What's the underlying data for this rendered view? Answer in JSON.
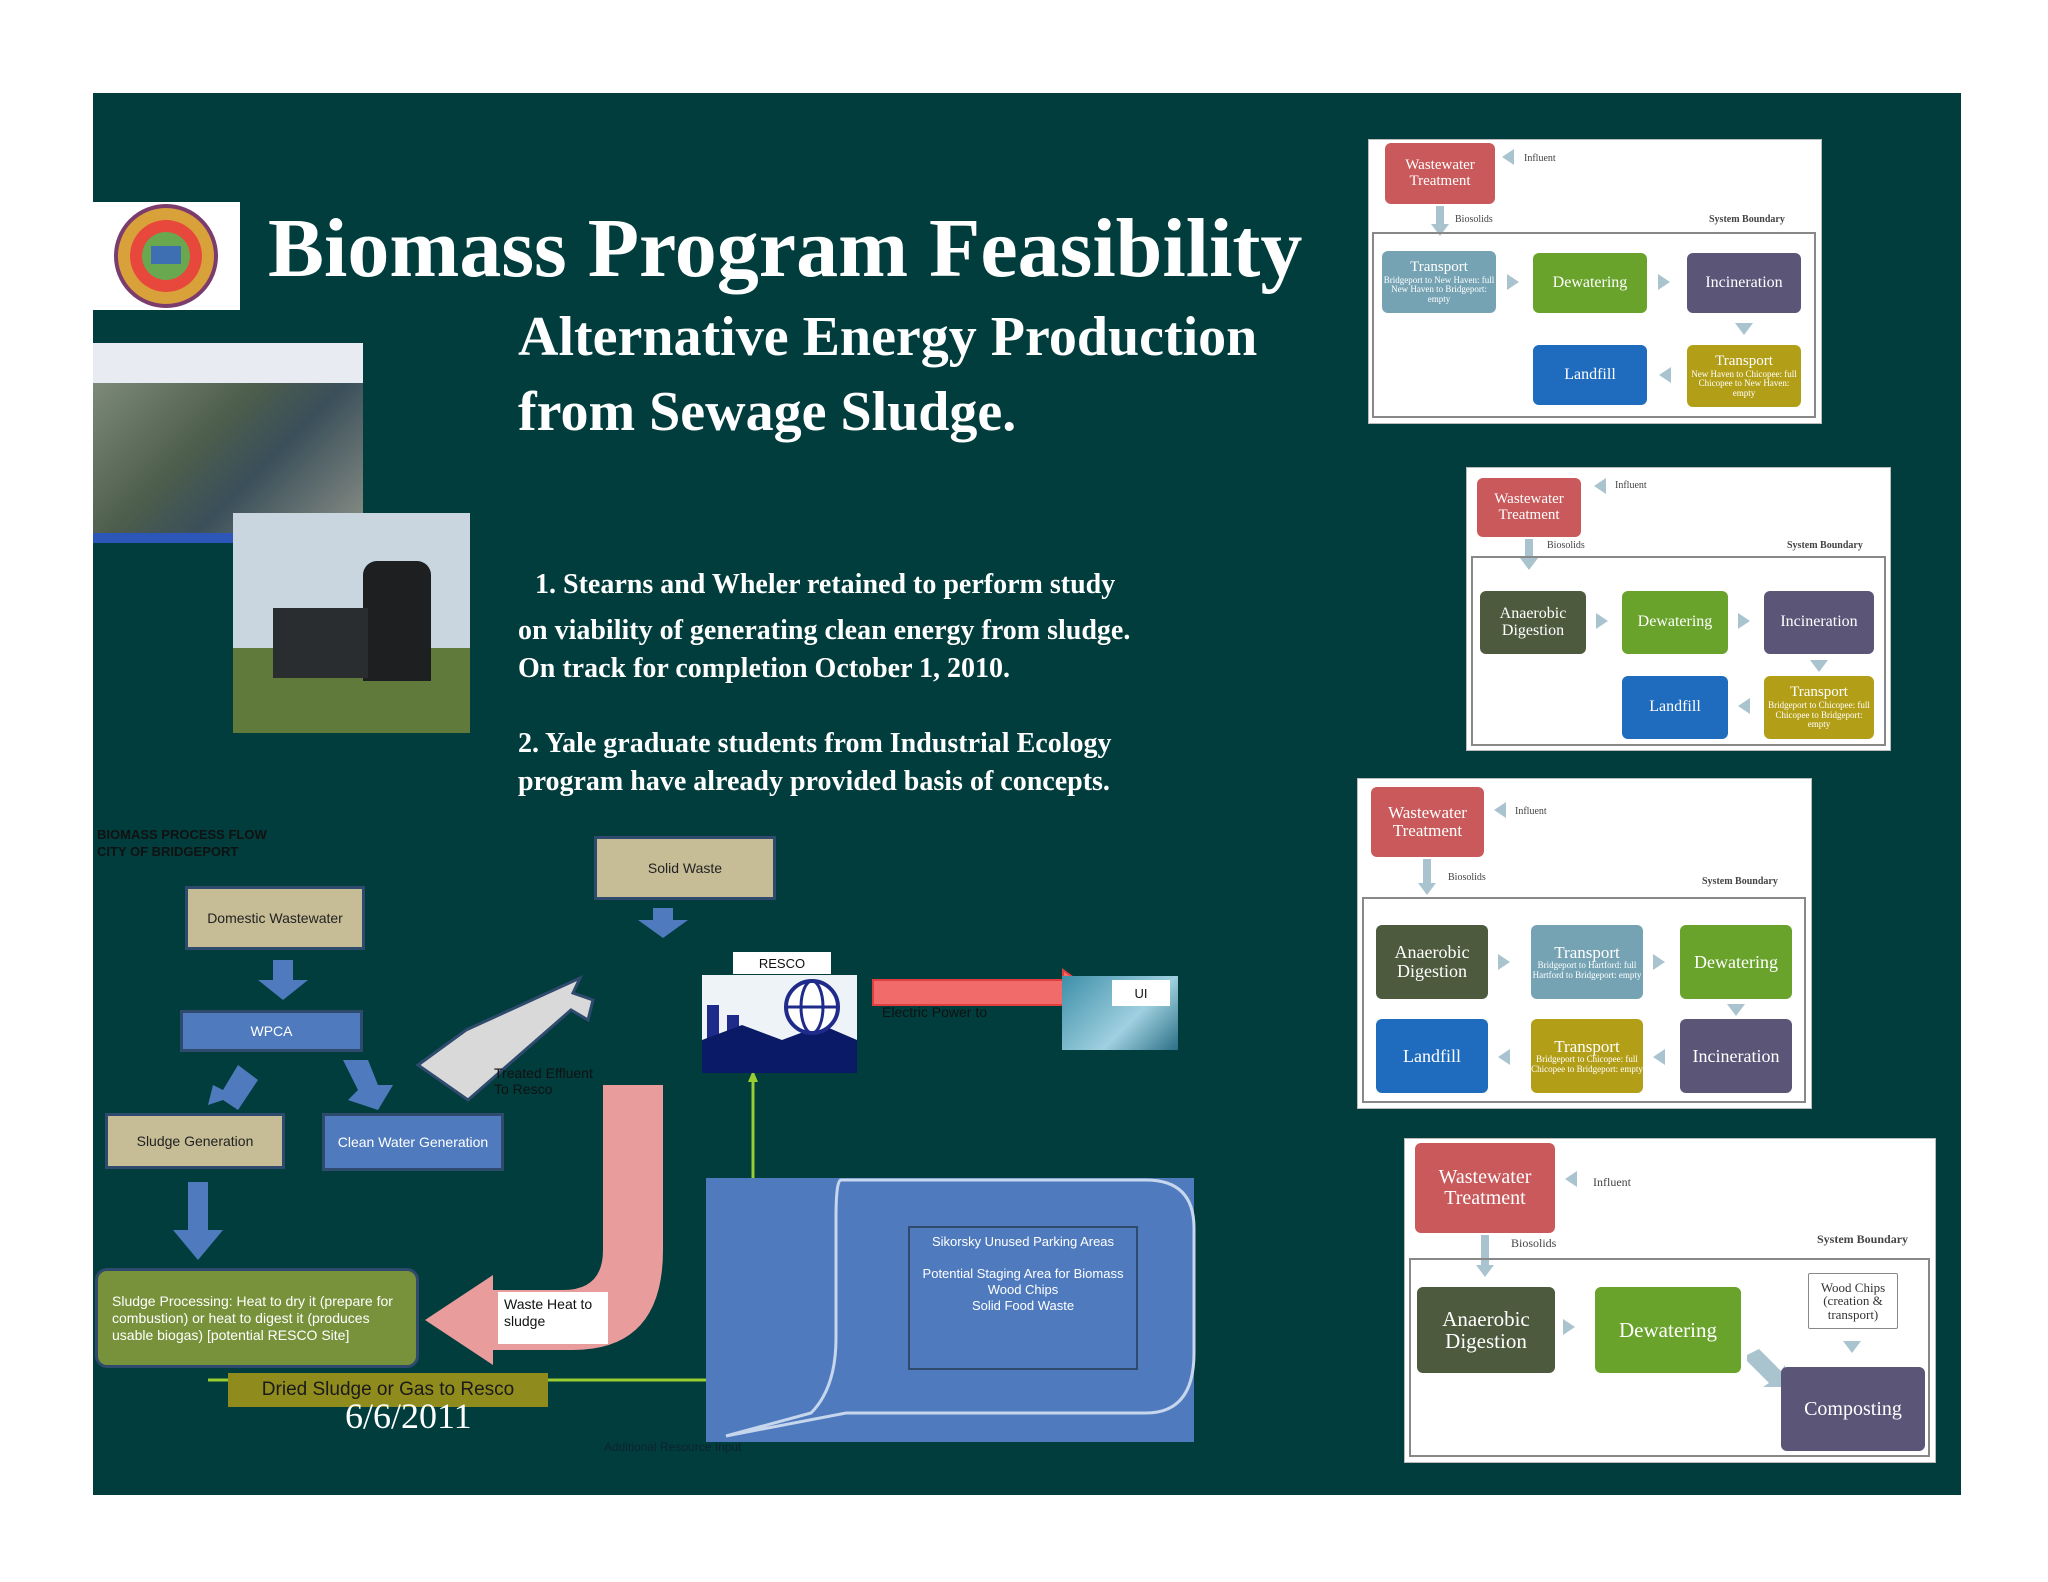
{
  "slide": {
    "title": "Biomass Program Feasibility",
    "subtitle": "Alternative Energy Production from Sewage Sludge.",
    "point1_line1": "1.  Stearns and Wheler retained to perform study",
    "point1_line2": "on viability of generating clean energy from sludge.",
    "point1_line3": "On track for completion October 1, 2010.",
    "point2_line1": "2.  Yale graduate students from Industrial Ecology",
    "point2_line2": "program have already provided basis  of concepts.",
    "date": "6/6/2011",
    "colors": {
      "background": "#003d3c",
      "title": "#ffffff"
    }
  },
  "process_flow": {
    "heading_line1": "BIOMASS PROCESS FLOW",
    "heading_line2": "CITY OF BRIDGEPORT",
    "domestic_wastewater": "Domestic Wastewater",
    "wpca": "WPCA",
    "sludge_generation": "Sludge Generation",
    "clean_water_generation": "Clean Water Generation",
    "treated_effluent": "Treated Effluent To Resco",
    "sludge_processing": "Sludge Processing:  Heat to dry it (prepare for combustion) or heat to digest it (produces usable biogas) [potential RESCO Site]",
    "dried_sludge": "Dried Sludge or Gas to Resco",
    "solid_waste": "Solid Waste",
    "resco": "RESCO",
    "electric_power": "Electric Power to",
    "ui": "UI",
    "waste_heat": "Waste Heat to sludge",
    "callout_line1": "Sikorsky  Unused Parking Areas",
    "callout_line2": "Potential  Staging Area for Biomass",
    "callout_line3": "Wood Chips",
    "callout_line4": "Solid Food Waste",
    "additional_input": "Additional Resource Input"
  },
  "diagrams": [
    {
      "wastewater": "Wastewater Treatment",
      "influent": "Influent",
      "biosolids": "Biosolids",
      "system_boundary": "System Boundary",
      "transport1_title": "Transport",
      "transport1_detail_a": "Bridgeport to New Haven: full",
      "transport1_detail_b": "New Haven to Bridgeport: empty",
      "dewatering": "Dewatering",
      "incineration": "Incineration",
      "landfill": "Landfill",
      "transport2_title": "Transport",
      "transport2_detail_a": "New Haven to Chicopee: full",
      "transport2_detail_b": "Chicopee to New Haven: empty"
    },
    {
      "wastewater": "Wastewater Treatment",
      "influent": "Influent",
      "biosolids": "Biosolids",
      "system_boundary": "System Boundary",
      "anaerobic": "Anaerobic Digestion",
      "dewatering": "Dewatering",
      "incineration": "Incineration",
      "landfill": "Landfill",
      "transport_title": "Transport",
      "transport_detail_a": "Bridgeport to Chicopee: full",
      "transport_detail_b": "Chicopee to Bridgeport: empty"
    },
    {
      "wastewater": "Wastewater Treatment",
      "influent": "Influent",
      "biosolids": "Biosolids",
      "system_boundary": "System Boundary",
      "anaerobic": "Anaerobic Digestion",
      "transport1_title": "Transport",
      "transport1_detail_a": "Bridgeport to Hartford: full",
      "transport1_detail_b": "Hartford to Bridgeport: empty",
      "dewatering": "Dewatering",
      "landfill": "Landfill",
      "transport2_title": "Transport",
      "transport2_detail_a": "Bridgeport to Chicopee: full",
      "transport2_detail_b": "Chicopee to Bridgeport: empty",
      "incineration": "Incineration"
    },
    {
      "wastewater": "Wastewater Treatment",
      "influent": "Influent",
      "biosolids": "Biosolids",
      "system_boundary": "System Boundary",
      "anaerobic": "Anaerobic Digestion",
      "dewatering": "Dewatering",
      "wood_chips": "Wood Chips (creation & transport)",
      "composting": "Composting"
    }
  ]
}
